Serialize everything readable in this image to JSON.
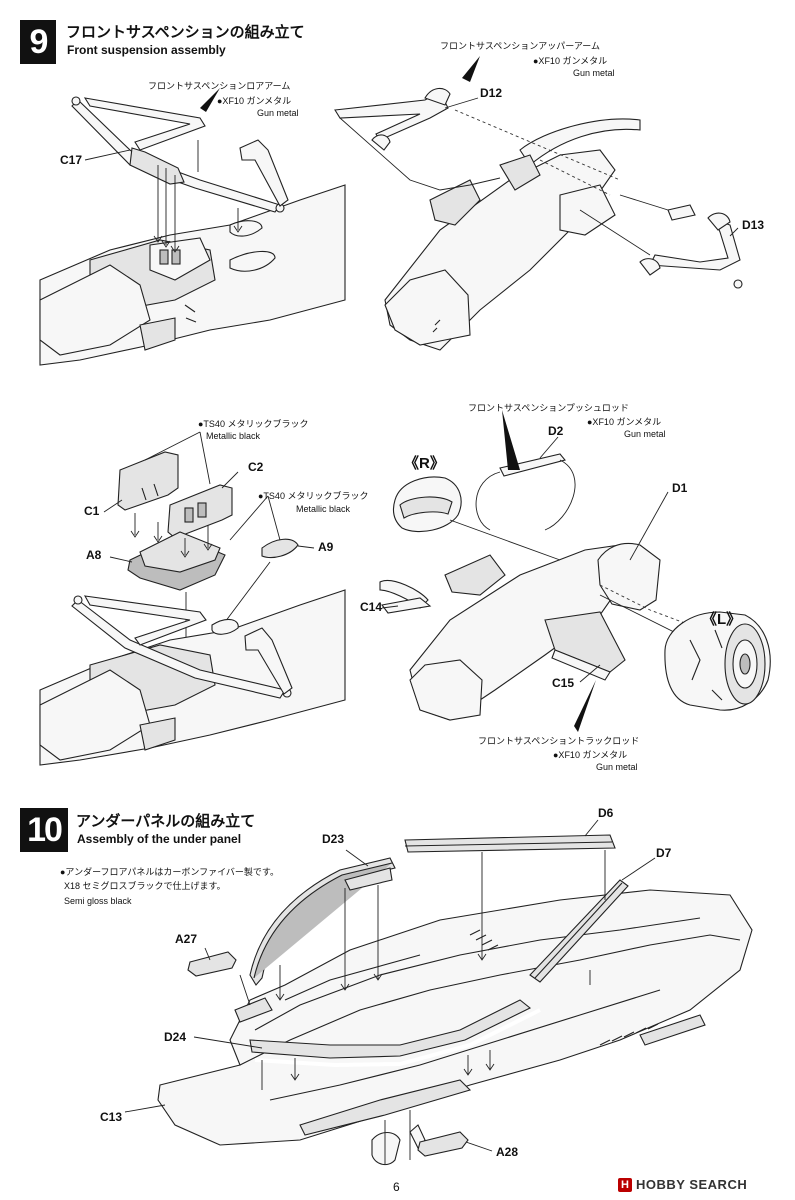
{
  "step9": {
    "number": "9",
    "title_jp": "フロントサスペンションの組み立て",
    "title_en": "Front suspension assembly",
    "lower_arm": {
      "name_jp": "フロントサスペンションロアアーム",
      "paint_code": "●XF10 ガンメタル",
      "paint_en": "Gun metal"
    },
    "upper_arm": {
      "name_jp": "フロントサスペンションアッパーアーム",
      "paint_code": "●XF10 ガンメタル",
      "paint_en": "Gun metal"
    },
    "metallic_black_1": {
      "paint_code": "●TS40 メタリックブラック",
      "paint_en": "Metallic black"
    },
    "metallic_black_2": {
      "paint_code": "●TS40 メタリックブラック",
      "paint_en": "Metallic black"
    },
    "push_rod": {
      "name_jp": "フロントサスペンションプッシュロッド",
      "paint_code": "●XF10 ガンメタル",
      "paint_en": "Gun metal"
    },
    "track_rod": {
      "name_jp": "フロントサスペンショントラックロッド",
      "paint_code": "●XF10 ガンメタル",
      "paint_en": "Gun metal"
    },
    "parts": {
      "c17": "C17",
      "d12": "D12",
      "d13": "D13",
      "c1": "C1",
      "c2": "C2",
      "a8": "A8",
      "a9": "A9",
      "d2": "D2",
      "d1": "D1",
      "c14": "C14",
      "c15": "C15"
    },
    "side_r": "《R》",
    "side_l": "《L》"
  },
  "step10": {
    "number": "10",
    "title_jp": "アンダーパネルの組み立て",
    "title_en": "Assembly of the under panel",
    "note_line1": "●アンダーフロアパネルはカーボンファイバー製です。",
    "note_line2": "X18 セミグロスブラックで仕上げます。",
    "note_en": "Semi gloss black",
    "parts": {
      "d6": "D6",
      "d7": "D7",
      "d23": "D23",
      "a27": "A27",
      "d24": "D24",
      "c13": "C13",
      "a28": "A28"
    }
  },
  "footer": {
    "page_number": "6",
    "watermark": "HOBBY SEARCH"
  }
}
